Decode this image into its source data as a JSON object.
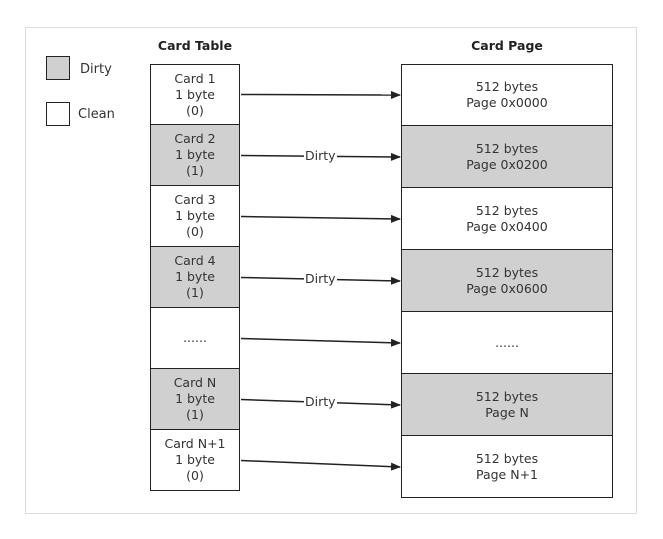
{
  "legend": {
    "dirty_label": "Dirty",
    "clean_label": "Clean",
    "dirty_color": "#d0d0d0",
    "clean_color": "#ffffff"
  },
  "card_table": {
    "title": "Card Table",
    "cards": [
      {
        "line1": "Card 1",
        "line2": "1 byte",
        "line3": "(0)",
        "dirty": false
      },
      {
        "line1": "Card 2",
        "line2": "1 byte",
        "line3": "(1)",
        "dirty": true
      },
      {
        "line1": "Card 3",
        "line2": "1 byte",
        "line3": "(0)",
        "dirty": false
      },
      {
        "line1": "Card 4",
        "line2": "1 byte",
        "line3": "(1)",
        "dirty": true
      },
      {
        "line1": "......",
        "line2": "",
        "line3": "",
        "dirty": false
      },
      {
        "line1": "Card N",
        "line2": "1 byte",
        "line3": "(1)",
        "dirty": true
      },
      {
        "line1": "Card N+1",
        "line2": "1 byte",
        "line3": "(0)",
        "dirty": false
      }
    ]
  },
  "card_page": {
    "title": "Card Page",
    "pages": [
      {
        "line1": "512 bytes",
        "line2": "Page 0x0000",
        "dirty": false
      },
      {
        "line1": "512 bytes",
        "line2": "Page 0x0200",
        "dirty": true
      },
      {
        "line1": "512 bytes",
        "line2": "Page 0x0400",
        "dirty": false
      },
      {
        "line1": "512 bytes",
        "line2": "Page 0x0600",
        "dirty": true
      },
      {
        "line1": "......",
        "line2": "",
        "dirty": false
      },
      {
        "line1": "512 bytes",
        "line2": "Page N",
        "dirty": true
      },
      {
        "line1": "512 bytes",
        "line2": "Page N+1",
        "dirty": false
      }
    ]
  },
  "edges": [
    {
      "label": ""
    },
    {
      "label": "Dirty"
    },
    {
      "label": ""
    },
    {
      "label": "Dirty"
    },
    {
      "label": ""
    },
    {
      "label": "Dirty"
    },
    {
      "label": ""
    }
  ]
}
